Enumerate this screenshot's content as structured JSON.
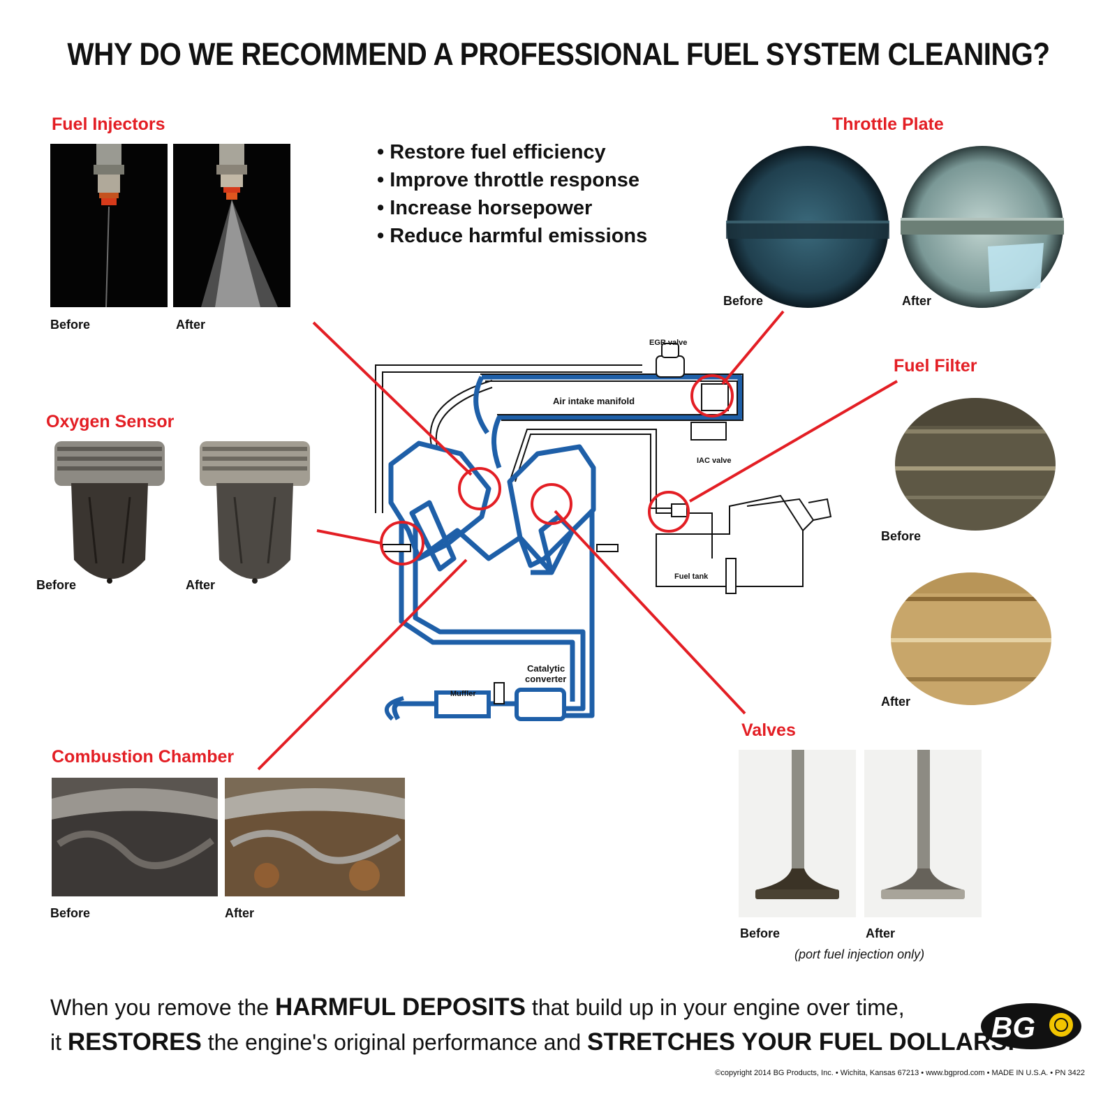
{
  "title": "WHY DO WE RECOMMEND A PROFESSIONAL FUEL SYSTEM CLEANING?",
  "benefits": [
    "Restore fuel efficiency",
    "Improve throttle response",
    "Increase horsepower",
    "Reduce harmful emissions"
  ],
  "sections": {
    "fuel_injectors": {
      "title": "Fuel Injectors",
      "before": "Before",
      "after": "After"
    },
    "throttle_plate": {
      "title": "Throttle Plate",
      "before": "Before",
      "after": "After"
    },
    "oxygen_sensor": {
      "title": "Oxygen Sensor",
      "before": "Before",
      "after": "After"
    },
    "fuel_filter": {
      "title": "Fuel Filter",
      "before": "Before",
      "after": "After"
    },
    "combustion_chamber": {
      "title": "Combustion Chamber",
      "before": "Before",
      "after": "After"
    },
    "valves": {
      "title": "Valves",
      "before": "Before",
      "after": "After",
      "note": "(port fuel injection only)"
    }
  },
  "diagram_labels": {
    "egr": "EGR valve",
    "intake": "Air intake manifold",
    "iac": "IAC valve",
    "tank": "Fuel tank",
    "catalytic1": "Catalytic",
    "catalytic2": "converter",
    "muffler": "Muffler"
  },
  "footer": {
    "l1_a": "When you remove the ",
    "l1_b": "HARMFUL DEPOSITS",
    "l1_c": " that build up in your engine over time,",
    "l2_a": "it ",
    "l2_b": "RESTORES",
    "l2_c": " the engine's original performance and ",
    "l2_d": "STRETCHES YOUR FUEL DOLLARS!"
  },
  "copyright": "©copyright 2014 BG Products, Inc. • Wichita, Kansas 67213 • www.bgprod.com • MADE IN U.S.A. • PN 3422",
  "logo": {
    "text": "BG"
  },
  "colors": {
    "accent_red": "#e31e24",
    "diagram_blue": "#1e5fa8",
    "text": "#111111"
  }
}
